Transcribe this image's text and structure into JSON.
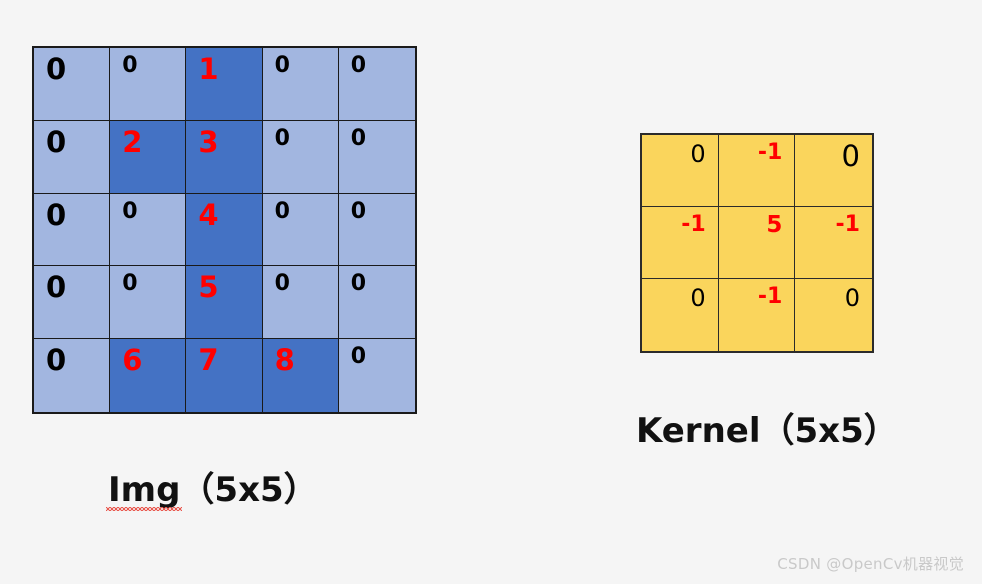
{
  "image_grid": {
    "label": "Img",
    "label_suffix": "（5x5）",
    "size": "5x5",
    "colors": {
      "light_cell": "#a2b6e0",
      "dark_cell": "#4472c4",
      "border": "#1a1a1a",
      "zero_text": "#000000",
      "number_text": "#ff0000"
    },
    "rows": [
      [
        {
          "value": "0",
          "style": "zero-big",
          "fill": "light"
        },
        {
          "value": "0",
          "style": "zero-small",
          "fill": "light"
        },
        {
          "value": "1",
          "style": "num",
          "fill": "dark"
        },
        {
          "value": "0",
          "style": "zero-small",
          "fill": "light"
        },
        {
          "value": "0",
          "style": "zero-small",
          "fill": "light"
        }
      ],
      [
        {
          "value": "0",
          "style": "zero-big",
          "fill": "light"
        },
        {
          "value": "2",
          "style": "num",
          "fill": "dark"
        },
        {
          "value": "3",
          "style": "num",
          "fill": "dark"
        },
        {
          "value": "0",
          "style": "zero-small",
          "fill": "light"
        },
        {
          "value": "0",
          "style": "zero-small",
          "fill": "light"
        }
      ],
      [
        {
          "value": "0",
          "style": "zero-big",
          "fill": "light"
        },
        {
          "value": "0",
          "style": "zero-small",
          "fill": "light"
        },
        {
          "value": "4",
          "style": "num",
          "fill": "dark"
        },
        {
          "value": "0",
          "style": "zero-small",
          "fill": "light"
        },
        {
          "value": "0",
          "style": "zero-small",
          "fill": "light"
        }
      ],
      [
        {
          "value": "0",
          "style": "zero-big",
          "fill": "light"
        },
        {
          "value": "0",
          "style": "zero-small",
          "fill": "light"
        },
        {
          "value": "5",
          "style": "num",
          "fill": "dark"
        },
        {
          "value": "0",
          "style": "zero-small",
          "fill": "light"
        },
        {
          "value": "0",
          "style": "zero-small",
          "fill": "light"
        }
      ],
      [
        {
          "value": "0",
          "style": "zero-big",
          "fill": "light"
        },
        {
          "value": "6",
          "style": "num",
          "fill": "dark"
        },
        {
          "value": "7",
          "style": "num",
          "fill": "dark"
        },
        {
          "value": "8",
          "style": "num",
          "fill": "dark"
        },
        {
          "value": "0",
          "style": "zero-small",
          "fill": "light"
        }
      ]
    ]
  },
  "kernel_grid": {
    "label": "Kernel",
    "label_suffix": "（5x5）",
    "size": "3x3",
    "colors": {
      "cell": "#fad55c",
      "border": "#2b2b2b",
      "zero_text": "#000000",
      "number_text": "#ff0000"
    },
    "rows": [
      [
        {
          "value": "0",
          "style": "zero"
        },
        {
          "value": "-1",
          "style": "neg"
        },
        {
          "value": "0",
          "style": "zero-lg"
        }
      ],
      [
        {
          "value": "-1",
          "style": "neg"
        },
        {
          "value": "5",
          "style": "center"
        },
        {
          "value": "-1",
          "style": "neg"
        }
      ],
      [
        {
          "value": "0",
          "style": "zero"
        },
        {
          "value": "-1",
          "style": "neg"
        },
        {
          "value": "0",
          "style": "zero"
        }
      ]
    ]
  },
  "watermark": {
    "text": "CSDN @OpenCv机器视觉"
  }
}
